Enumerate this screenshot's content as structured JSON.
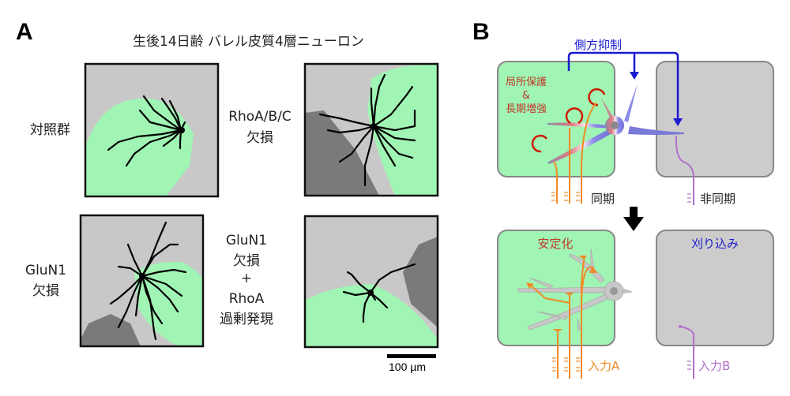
{
  "panel_a": {
    "letter": "A",
    "title": "生後14日齢 バレル皮質4層ニューロン",
    "conditions": [
      {
        "label_lines": [
          "対照群"
        ]
      },
      {
        "label_lines": [
          "RhoA/B/C",
          "欠損"
        ]
      },
      {
        "label_lines": [
          "GluN1",
          "欠損"
        ]
      },
      {
        "label_lines": [
          "GluN1",
          "欠損",
          "+",
          "RhoA",
          "過剰発現"
        ]
      }
    ],
    "scale_bar": {
      "label": "100 µm"
    }
  },
  "panel_b": {
    "letter": "B",
    "top": {
      "lateral_inhibition": "側方抑制",
      "local_protection_lines": [
        "局所保護",
        "&",
        "長期増強"
      ],
      "sync_label": "同期",
      "async_label": "非同期"
    },
    "bottom": {
      "stabilization": "安定化",
      "pruning": "刈り込み",
      "input_a": "入力A",
      "input_b": "入力B"
    }
  },
  "colors": {
    "green_barrel": "#a0f5b4",
    "gray_septa": "#c8c8c8",
    "dark_gray": "#7a7a7a",
    "box_green": "#a0f5b4",
    "box_gray": "#cccccc",
    "blue": "#1a1ad0",
    "red": "#cc1a00",
    "orange": "#f08a24",
    "purple": "#b070c8"
  }
}
